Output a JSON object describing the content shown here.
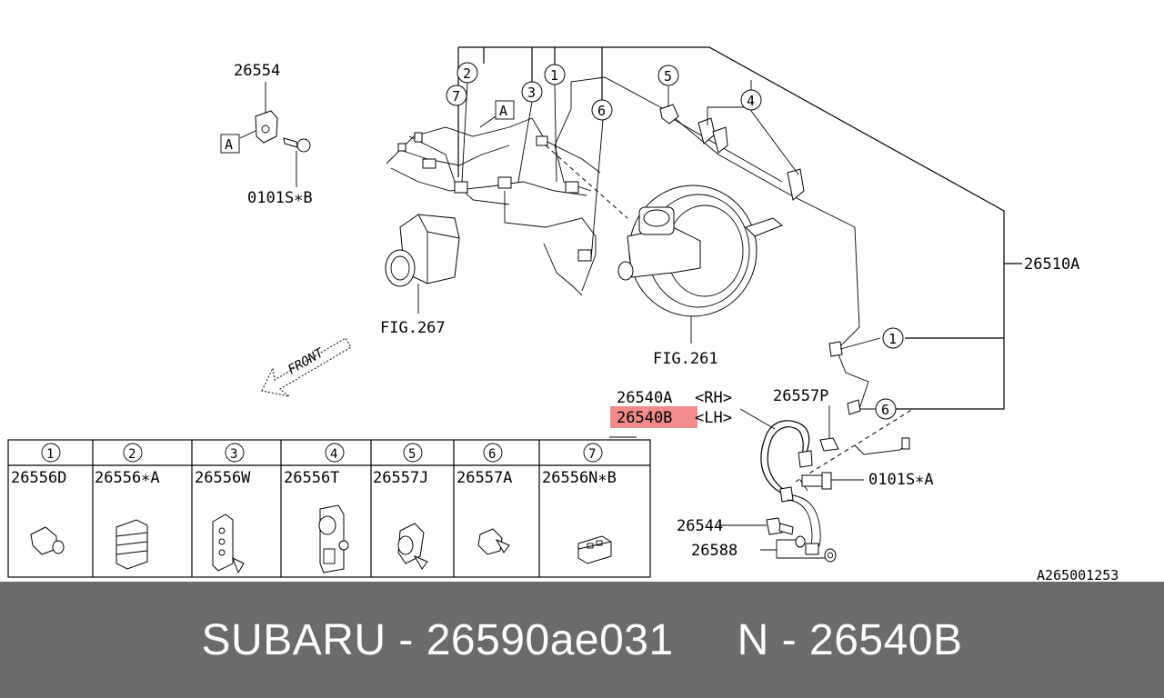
{
  "diagram": {
    "labels": {
      "p26554": "26554",
      "p0101SB": "0101S∗B",
      "fig267": "FIG.267",
      "fig261": "FIG.261",
      "p26510A": "26510A",
      "p26540A": "26540A",
      "rh": "<RH>",
      "p26540B": "26540B",
      "lh": "<LH>",
      "p26557P": "26557P",
      "p0101SA": "0101S∗A",
      "p26544": "26544",
      "p26588": "26588",
      "drawing_no": "A265001253",
      "front": "FRONT",
      "ref_a": "A"
    },
    "callouts": {
      "c1": "1",
      "c2": "2",
      "c3": "3",
      "c4": "4",
      "c5": "5",
      "c6": "6",
      "c7": "7"
    },
    "highlight_color": "#f28b8b",
    "legend": {
      "numbers": [
        "1",
        "2",
        "3",
        "4",
        "5",
        "6",
        "7"
      ],
      "parts": [
        "26556D",
        "26556∗A",
        "26556W",
        "26556T",
        "26557J",
        "26557A",
        "26556N∗B"
      ]
    }
  },
  "footer": {
    "brand_part": "SUBARU - 26590ae031",
    "n_part": "N - 26540B",
    "background": "#6b6b6b"
  }
}
